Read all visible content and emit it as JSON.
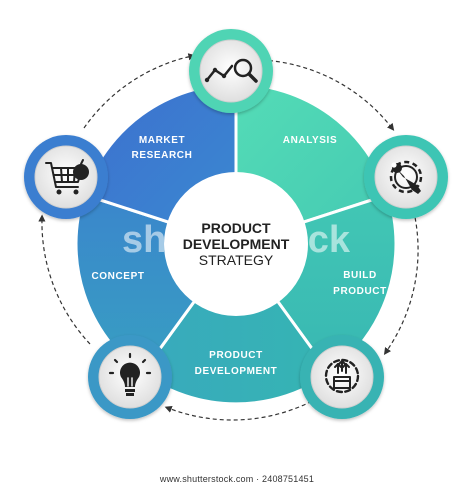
{
  "diagram": {
    "center": {
      "line1": "PRODUCT",
      "line2": "DEVELOPMENT",
      "line3": "STRATEGY"
    },
    "segments": [
      {
        "id": "analysis",
        "label_lines": [
          "ANALYSIS"
        ],
        "icon": "analytics-magnifier-icon"
      },
      {
        "id": "build-product",
        "label_lines": [
          "BUILD",
          "PRODUCT"
        ],
        "icon": "gear-wrench-icon"
      },
      {
        "id": "product-development",
        "label_lines": [
          "PRODUCT",
          "DEVELOPMENT"
        ],
        "icon": "gear-box-icon"
      },
      {
        "id": "concept",
        "label_lines": [
          "CONCEPT"
        ],
        "icon": "lightbulb-icon"
      },
      {
        "id": "market-research",
        "label_lines": [
          "MARKET",
          "RESEARCH"
        ],
        "icon": "shopping-cart-icon"
      }
    ],
    "colors": {
      "analysis": "#4fd4b4",
      "build_product": "#3ec1b4",
      "product_development": "#35b2b3",
      "concept": "#3a96c8",
      "market_research": "#3b7bd0"
    }
  },
  "watermark": {
    "text": "shutterstock"
  },
  "footer": {
    "text": "www.shutterstock.com · 2408751451"
  }
}
